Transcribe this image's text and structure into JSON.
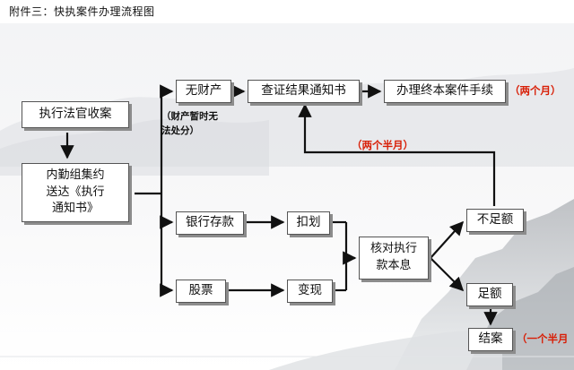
{
  "title": "附件三：快执案件办理流程图",
  "nodes": {
    "accept": "执行法官收案",
    "deliver": "内勤组集约\n送达《执行\n通知书》",
    "no_property": "无财产",
    "no_property_note": "（财产暂时无\n法处分）",
    "investigate": "查证结果通知书",
    "terminate": "办理终本案件手续",
    "bank": "银行存款",
    "deduct": "扣划",
    "stock": "股票",
    "liquidate": "变现",
    "verify": "核对执行\n款本息",
    "insufficient": "不足额",
    "sufficient": "足额",
    "close": "结案"
  },
  "durations": {
    "two_months": "（两个月）",
    "two_half_months": "（两个半月）",
    "one_half_month": "（一个半月"
  },
  "colors": {
    "duration_text": "#d81e06",
    "box_border": "#555555",
    "box_shadow": "#8c8c8c"
  }
}
